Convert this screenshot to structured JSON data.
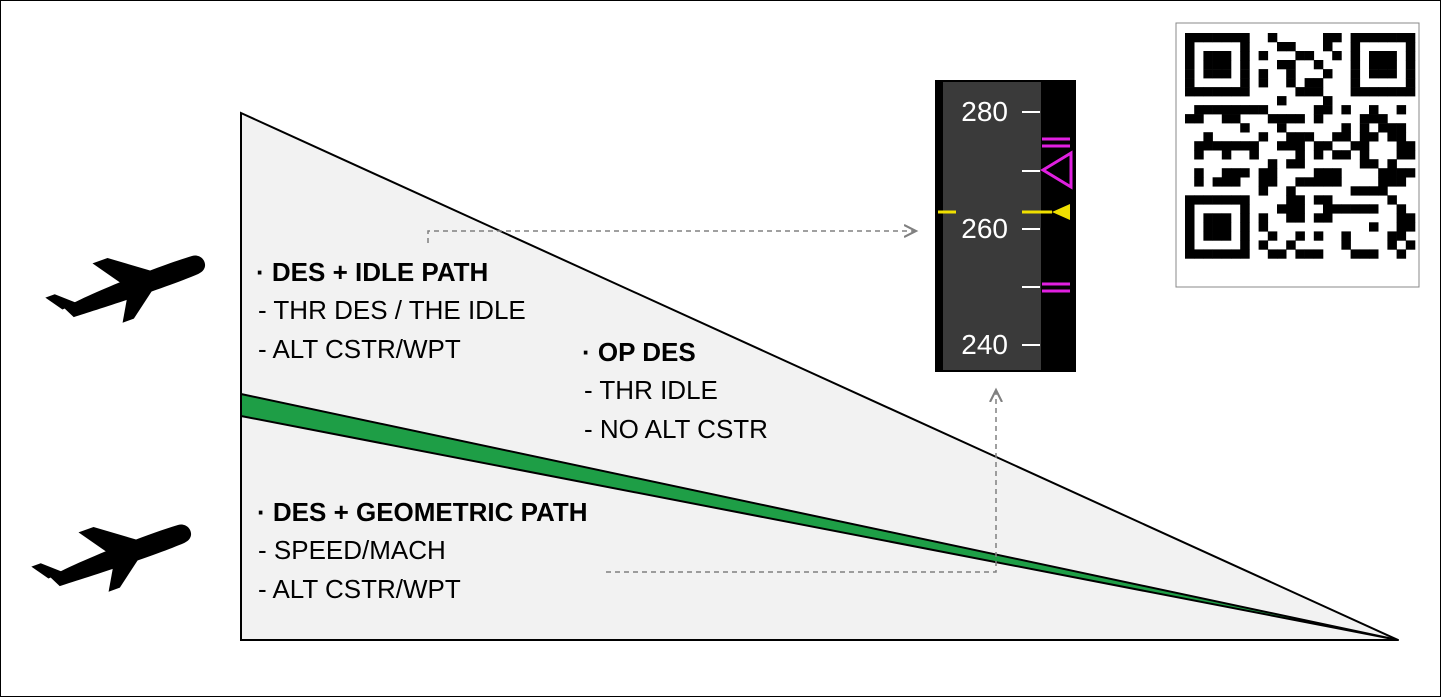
{
  "colors": {
    "triangle_fill": "#f2f2f2",
    "geometric_path": "#1e9e46",
    "pfd_background": "#3a3a3a",
    "pfd_strip": "#000000",
    "speed_bug_magenta": "#e020e0",
    "speed_target_yellow": "#f0e000",
    "arrow_dashed": "#808080"
  },
  "icons": [
    "airplane-icon-upper",
    "airplane-icon-lower",
    "qr-code"
  ],
  "idle_path": {
    "title": "· DES + IDLE PATH",
    "line1": "- THR DES / THE IDLE",
    "line2": "- ALT CSTR/WPT"
  },
  "op_des": {
    "title": "· OP DES",
    "line1": "- THR IDLE",
    "line2": "- NO ALT CSTR"
  },
  "geometric_path": {
    "title": "· DES + GEOMETRIC PATH",
    "line1": "- SPEED/MACH",
    "line2": "- ALT CSTR/WPT"
  },
  "speed_tape": {
    "labels": [
      "280",
      "260",
      "240"
    ],
    "target_speed": 262
  }
}
